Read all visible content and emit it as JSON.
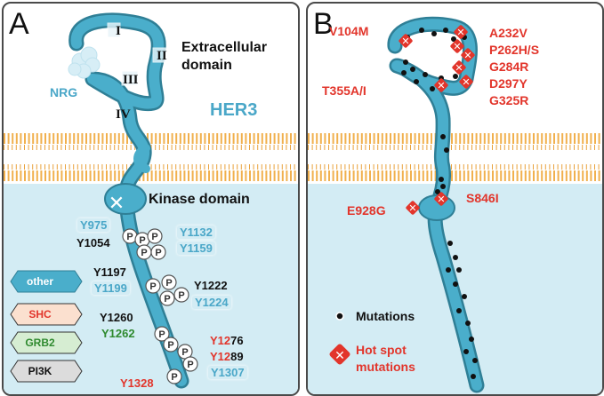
{
  "panel_a": {
    "letter": "A",
    "domain_numerals": [
      "I",
      "II",
      "III",
      "IV"
    ],
    "extracellular_line1": "Extracellular",
    "extracellular_line2": "domain",
    "ligand": "NRG",
    "receptor": "HER3",
    "kinase_label": "Kinase domain",
    "phospho_mark": "P",
    "sites": {
      "y975": "Y975",
      "y1054": "Y1054",
      "y1132": "Y1132",
      "y1159": "Y1159",
      "y1197": "Y1197",
      "y1199": "Y1199",
      "y1222": "Y1222",
      "y1224": "Y1224",
      "y1260": "Y1260",
      "y1262": "Y1262",
      "y1276_a": "Y12",
      "y1276_b": "76",
      "y1289_a": "Y12",
      "y1289_b": "89",
      "y1307": "Y1307",
      "y1328": "Y1328"
    },
    "legend": [
      "other",
      "SHC",
      "GRB2",
      "PI3K"
    ],
    "colors": {
      "receptor": "#4aaecb",
      "membrane": "#f1b04d",
      "cytoplasm": "#d3ecf4",
      "red": "#e2352b",
      "green": "#2f8a2f"
    }
  },
  "panel_b": {
    "letter": "B",
    "mutations": {
      "v104m": "V104M",
      "t355": "T355A/I",
      "a232v": "A232V",
      "p262": "P262H/S",
      "g284r": "G284R",
      "d297y": "D297Y",
      "g325r": "G325R",
      "e928g": "E928G",
      "s846i": "S846I"
    },
    "legend_mutations": "Mutations",
    "legend_hotspot_line1": "Hot spot",
    "legend_hotspot_line2": "mutations"
  }
}
